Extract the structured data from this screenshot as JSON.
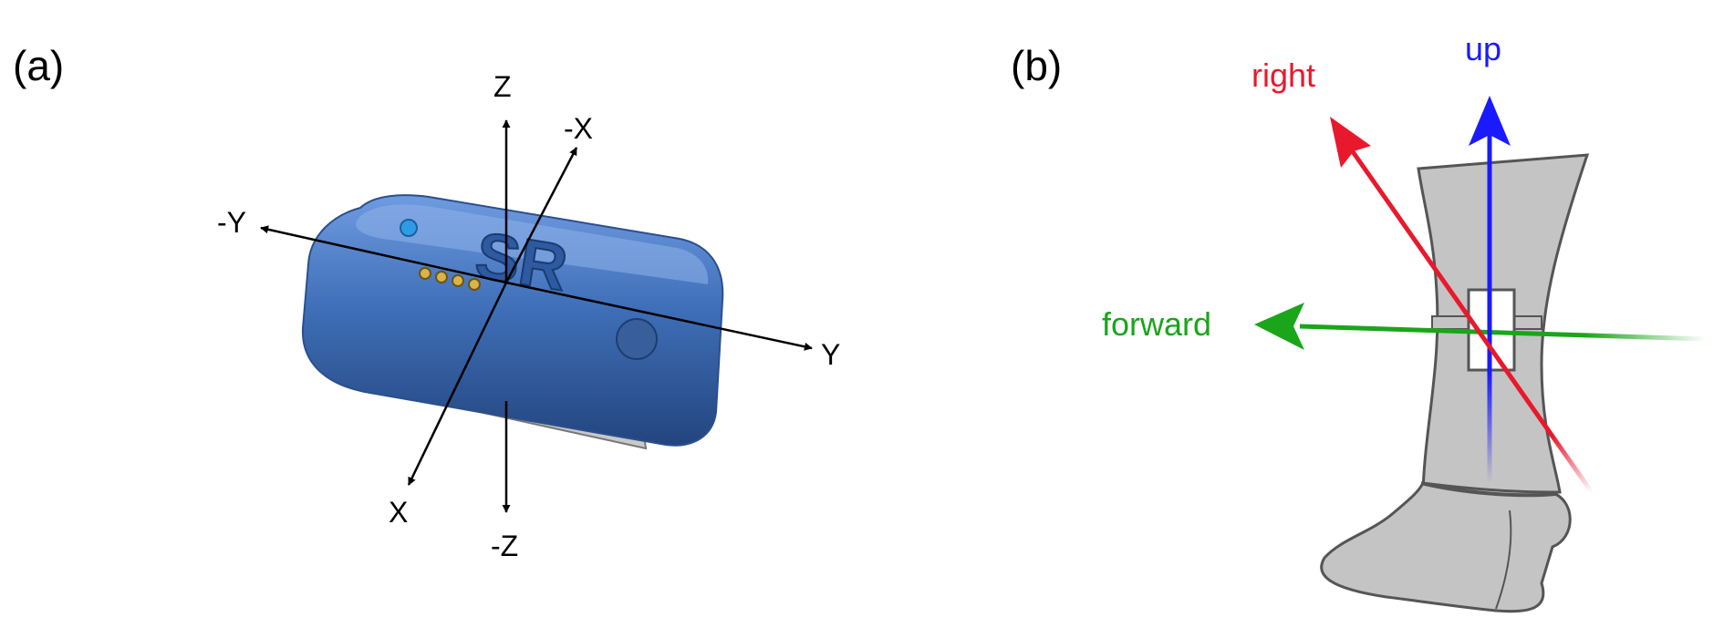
{
  "panel_a": {
    "label": "(a)",
    "axes": {
      "z_pos": "Z",
      "z_neg": "-Z",
      "x_pos": "X",
      "x_neg": "-X",
      "y_pos": "Y",
      "y_neg": "-Y"
    },
    "device_logo": "SR",
    "colors": {
      "device_body": "#3f6fb8",
      "axis": "#000000"
    }
  },
  "panel_b": {
    "label": "(b)",
    "arrows": {
      "up": "up",
      "right": "right",
      "forward": "forward"
    },
    "colors": {
      "up": "#1a1aff",
      "right": "#e8192c",
      "forward": "#1aa51a",
      "limb_fill": "#c4c4c4",
      "limb_stroke": "#555555"
    }
  }
}
